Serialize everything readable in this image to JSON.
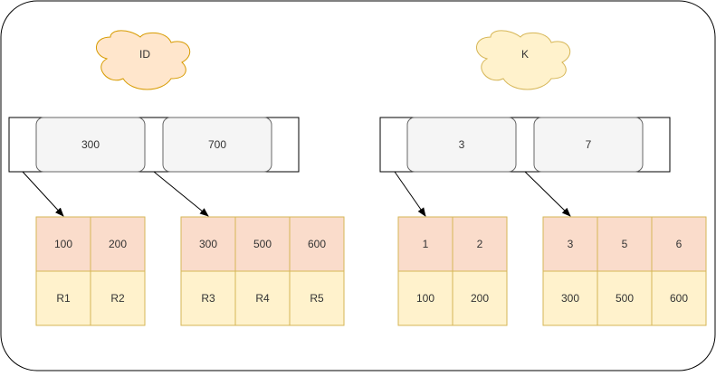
{
  "colors": {
    "frame_stroke": "#000000",
    "cloud_id_fill": "#ffe6cc",
    "cloud_id_stroke": "#d79b00",
    "cloud_k_fill": "#fff2cc",
    "cloud_k_stroke": "#d6b656",
    "root_key_fill": "#f5f5f5",
    "root_key_stroke": "#666666",
    "leaf_key_fill": "#fadccb",
    "leaf_value_fill": "#fff2cc",
    "leaf_stroke": "#d6b656",
    "text": "#333333"
  },
  "trees": [
    {
      "name": "ID",
      "root_keys": [
        "300",
        "700"
      ],
      "leaves": [
        {
          "keys": [
            "100",
            "200"
          ],
          "values": [
            "R1",
            "R2"
          ]
        },
        {
          "keys": [
            "300",
            "500",
            "600"
          ],
          "values": [
            "R3",
            "R4",
            "R5"
          ]
        }
      ]
    },
    {
      "name": "K",
      "root_keys": [
        "3",
        "7"
      ],
      "leaves": [
        {
          "keys": [
            "1",
            "2"
          ],
          "values": [
            "100",
            "200"
          ]
        },
        {
          "keys": [
            "3",
            "5",
            "6"
          ],
          "values": [
            "300",
            "500",
            "600"
          ]
        }
      ]
    }
  ]
}
